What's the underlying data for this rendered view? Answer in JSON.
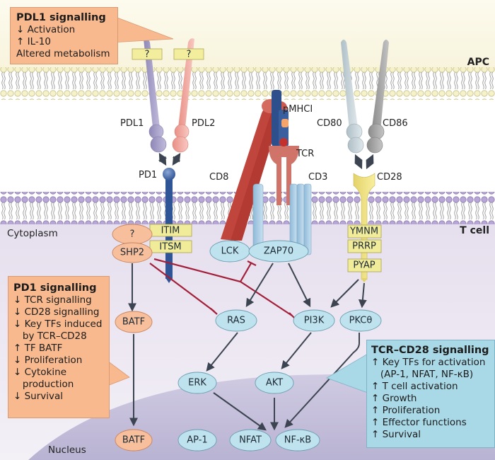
{
  "regions": {
    "apc": "APC",
    "t_cell": "T cell",
    "cytoplasm": "Cytoplasm",
    "nucleus": "Nucleus"
  },
  "molecules": {
    "pdl1": "PDL1",
    "pdl2": "PDL2",
    "pd1": "PD1",
    "pmhci": "pMHCI",
    "tcr": "TCR",
    "cd8": "CD8",
    "cd3": "CD3",
    "cd80": "CD80",
    "cd86": "CD86",
    "cd28": "CD28",
    "unknown_receptor_1": "?",
    "unknown_receptor_2": "?"
  },
  "motifs": {
    "itim": "ITIM",
    "itsm": "ITSM",
    "ymnm": "YMNM",
    "prrp": "PRRP",
    "pyap": "PYAP"
  },
  "nodes": {
    "unknown_phosphatase": "?",
    "shp2": "SHP2",
    "lck": "LCK",
    "zap70": "ZAP70",
    "batf_cyto": "BATF",
    "ras": "RAS",
    "pi3k": "PI3K",
    "pkc": "PKCθ",
    "erk": "ERK",
    "akt": "AKT",
    "batf_nuc": "BATF",
    "ap1": "AP-1",
    "nfat": "NFAT",
    "nfkb": "NF-κB"
  },
  "info_boxes": {
    "pdl1_signalling": {
      "title": "PDL1 signalling",
      "items": [
        "↓ Activation",
        "↑ IL-10",
        "Altered metabolism"
      ]
    },
    "pd1_signalling": {
      "title": "PD1 signalling",
      "items": [
        "↓ TCR signalling",
        "↓ CD28 signalling",
        "↓ Key TFs induced",
        "   by TCR–CD28",
        "↑ TF BATF",
        "↓ Proliferation",
        "↓ Cytokine",
        "   production",
        "↓ Survival"
      ]
    },
    "tcr_cd28_signalling": {
      "title": "TCR–CD28 signalling",
      "items": [
        "↑ Key TFs for activation",
        "   (AP-1, NFAT, NF-κB)",
        "↑ T cell activation",
        "↑ Growth",
        "↑ Proliferation",
        "↑ Effector functions",
        "↑ Survival"
      ]
    }
  },
  "colors": {
    "apc_membrane_head": "#f3f0c4",
    "tcell_membrane_head": "#b6a3d4",
    "cytoplasm": "#ece6f1",
    "nucleus": "#c9c4dc",
    "orange_box": "#f8b98f",
    "blue_box": "#a9d8e6",
    "signalling_node": "#bfe3ee",
    "pd1_node": "#f7bf9c",
    "inhibition": "#a3203a",
    "activation": "#3b4450",
    "motif_box": "#f1ec9a"
  }
}
